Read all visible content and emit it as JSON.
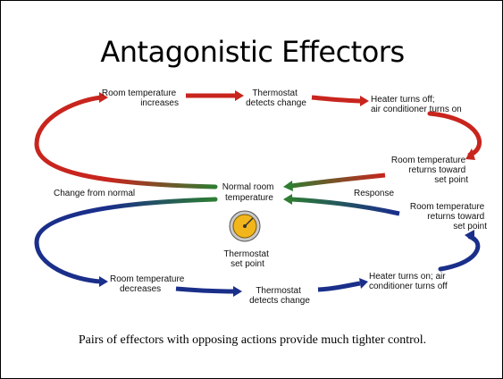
{
  "slide": {
    "title": "Antagonistic Effectors",
    "caption": "Pairs of effectors with opposing actions provide much tighter control."
  },
  "diagram": {
    "top_loop": {
      "room_temp_increases": [
        "Room temperature",
        "increases"
      ],
      "thermostat_detects": [
        "Thermostat",
        "detects change"
      ],
      "heater_off": [
        "Heater turns off;",
        "air conditioner turns on"
      ],
      "returns_toward": [
        "Room temperature",
        "returns toward",
        "set point"
      ]
    },
    "bottom_loop": {
      "room_temp_decreases": [
        "Room  temperature",
        "decreases"
      ],
      "thermostat_detects": [
        "Thermostat",
        "detects change"
      ],
      "heater_on": [
        "Heater turns on; air",
        "conditioner turns off"
      ],
      "returns_toward": [
        "Room temperature",
        "returns toward",
        "set point"
      ]
    },
    "center": {
      "normal_room": [
        "Normal room",
        "temperature"
      ],
      "change_from_normal": "Change from normal",
      "response": "Response",
      "thermostat_setpoint": [
        "Thermostat",
        "set point"
      ]
    },
    "colors": {
      "red": "#c8251e",
      "blue": "#1a2f8a",
      "green": "#2e7d32",
      "dial": "#f2b51c"
    }
  }
}
